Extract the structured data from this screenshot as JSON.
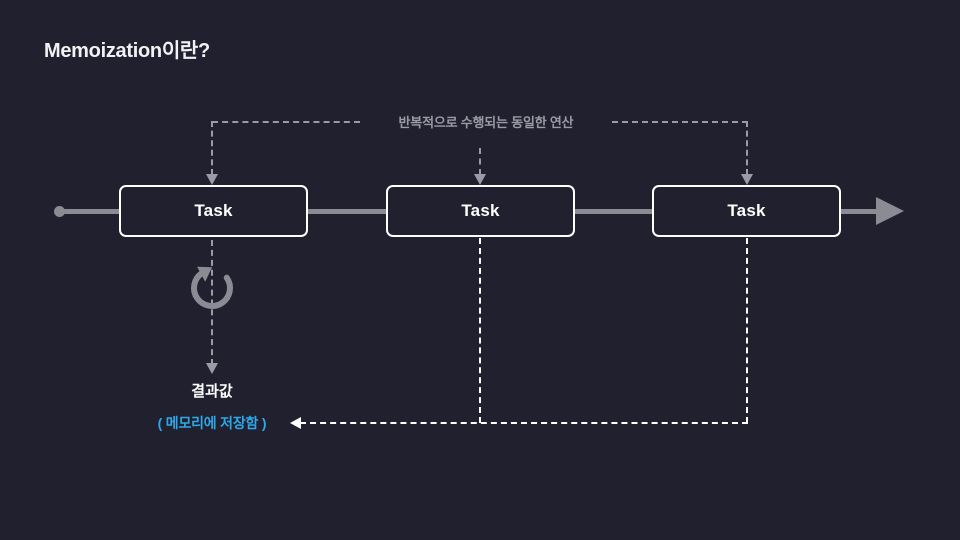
{
  "slide": {
    "title": "Memoization이란?",
    "background_color": "#20202f"
  },
  "diagram": {
    "top_annotation": {
      "label": "반복적으로 수행되는 동일한 연산",
      "color": "#9b9ba6"
    },
    "timeline": {
      "color": "#8b8b93",
      "tasks": [
        {
          "label": "Task"
        },
        {
          "label": "Task"
        },
        {
          "label": "Task"
        }
      ]
    },
    "loop_icon": {
      "name": "refresh-loop-icon",
      "color": "#8b8b93"
    },
    "result": {
      "title": "결과값",
      "title_color": "#ffffff",
      "subtitle": "( 메모리에 저장함 )",
      "subtitle_color": "#2fa8e8"
    },
    "feedback_path": {
      "color": "#ffffff"
    }
  }
}
